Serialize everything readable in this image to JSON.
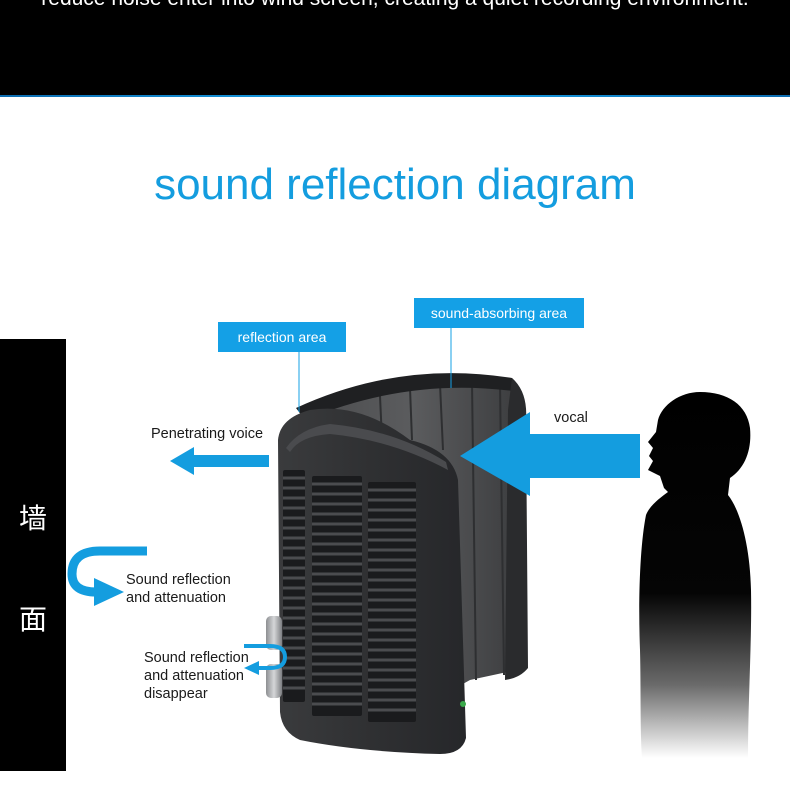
{
  "header": {
    "banner_text": "reduce noise enter into wind screen, creating a quiet recording environment."
  },
  "diagram": {
    "title": "sound reflection diagram",
    "wall_chars": [
      "墙",
      "面"
    ],
    "labels": {
      "reflection_area": "reflection area",
      "sound_absorbing_area": "sound-absorbing area",
      "vocal": "vocal",
      "penetrating_voice": "Penetrating voice",
      "reflection_attenuation": [
        "Sound reflection",
        "and attenuation"
      ],
      "reflection_disappear": [
        "Sound reflection",
        "and attenuation",
        "disappear"
      ]
    }
  },
  "colors": {
    "accent_blue": "#149ddf",
    "banner_bg": "#000000",
    "screen_dark": "#2b2c2e",
    "foam_gray": "#3f4042"
  },
  "icons": [
    "arrow-left-icon",
    "u-turn-arrow-icon",
    "person-silhouette-icon",
    "mic-shield-image"
  ]
}
